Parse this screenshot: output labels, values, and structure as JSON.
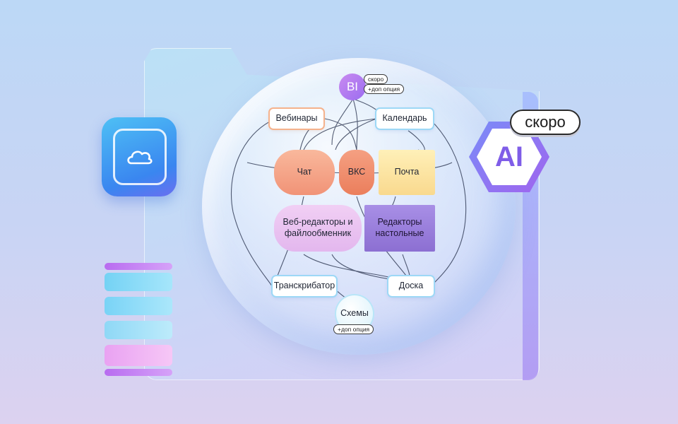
{
  "diagram": {
    "bi": {
      "label": "BI",
      "badge_soon": "скоро",
      "badge_option": "+доп опция"
    },
    "webinars": "Вебинары",
    "calendar": "Календарь",
    "chat": "Чат",
    "vks": "ВКС",
    "mail": "Почта",
    "web_editors": "Веб-редакторы и файлообменник",
    "desktop_editors": "Редакторы настольные",
    "transcriber": "Транскрибатор",
    "board": "Доска",
    "schemes": {
      "label": "Схемы",
      "badge_option": "+доп опция"
    }
  },
  "ai": {
    "label": "AI",
    "badge_soon": "скоро"
  },
  "icons": [
    "cloud-icon",
    "database-icon",
    "folder-icon"
  ],
  "colors": {
    "chat": "#f6a488",
    "vks": "#f08a6a",
    "mail": "#fbe3a2",
    "web_editors": "#e8c0ee",
    "desktop_editors": "#9a7cd8",
    "ai_gradient_start": "#6a7cf6",
    "ai_gradient_end": "#a26af0"
  }
}
